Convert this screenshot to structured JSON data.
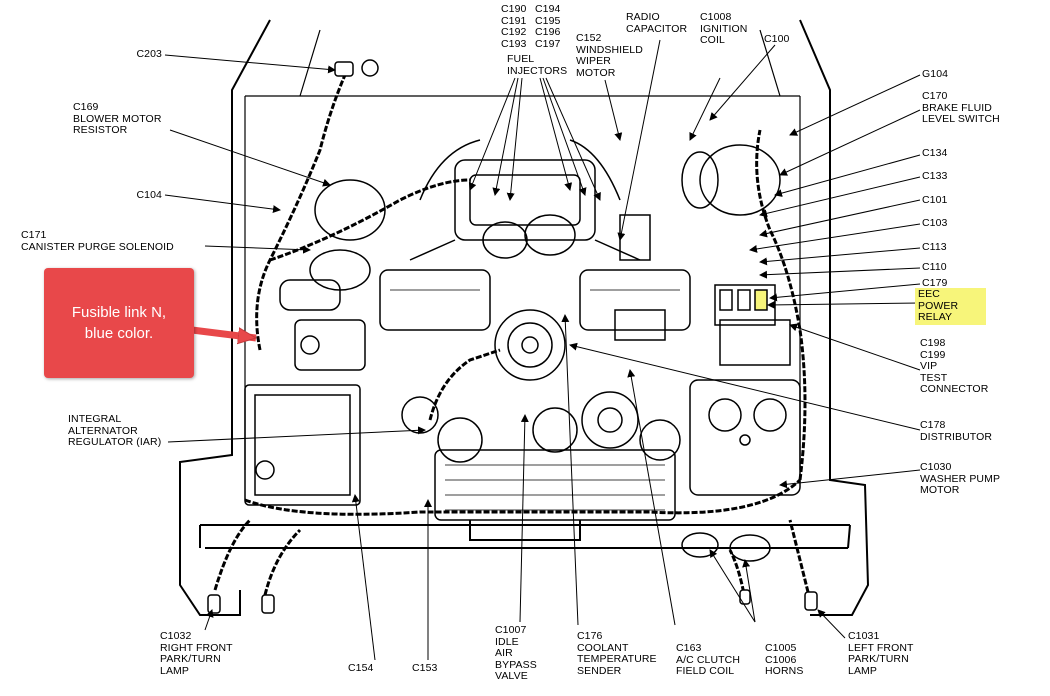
{
  "callout": {
    "text": "Fusible link N,\nblue color.",
    "color": "#e8484a"
  },
  "highlight_color": "#f7f57a",
  "labels": {
    "c203": "C203",
    "c169": "C169\nBLOWER MOTOR\nRESISTOR",
    "c104": "C104",
    "c171": "C171\nCANISTER PURGE SOLENOID",
    "iar": "INTEGRAL\nALTERNATOR\nREGULATOR (IAR)",
    "c1032": "C1032\nRIGHT FRONT\nPARK/TURN\nLAMP",
    "c154": "C154",
    "c153": "C153",
    "c1007": "C1007\nIDLE\nAIR\nBYPASS\nVALVE",
    "c176": "C176\nCOOLANT\nTEMPERATURE\nSENDER",
    "c163": "C163\nA/C CLUTCH\nFIELD COIL",
    "horns": "C1005\nC1006\nHORNS",
    "c1031": "C1031\nLEFT FRONT\nPARK/TURN\nLAMP",
    "injectors_a": "C190\nC191\nC192\nC193",
    "injectors_b": "C194\nC195\nC196\nC197",
    "injectors_name": "FUEL\nINJECTORS",
    "c152": "C152\nWINDSHIELD\nWIPER\nMOTOR",
    "radio_cap": "RADIO\nCAPACITOR",
    "c1008": "C1008\nIGNITION\nCOIL",
    "c100": "C100",
    "g104": "G104",
    "c170": "C170\nBRAKE FLUID\nLEVEL SWITCH",
    "c134": "C134",
    "c133": "C133",
    "c101": "C101",
    "c103": "C103",
    "c113": "C113",
    "c110": "C110",
    "c179": "C179",
    "eec": "EEC\nPOWER\nRELAY",
    "vip": "C198\nC199\nVIP\nTEST\nCONNECTOR",
    "c178": "C178\nDISTRIBUTOR",
    "c1030": "C1030\nWASHER PUMP\nMOTOR"
  }
}
